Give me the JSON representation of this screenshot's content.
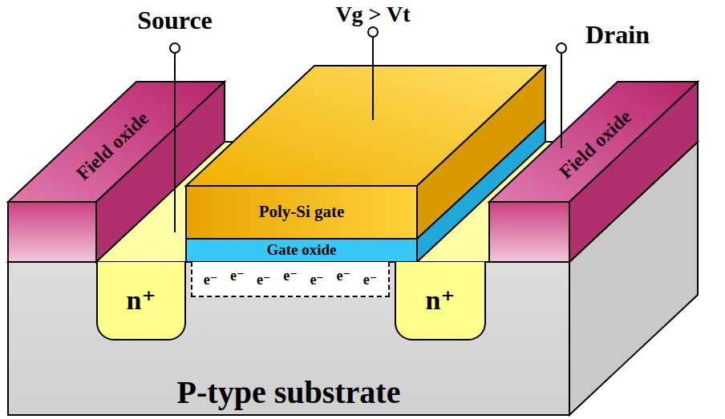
{
  "diagram": {
    "nodes": [
      {
        "text": [
          "Field oxide"
        ]
      },
      {
        "text": [
          "Poly-Si gate"
        ]
      },
      {
        "text": [
          "Field oxide"
        ]
      },
      {
        "text": [
          "Gate oxide"
        ]
      },
      {
        "text": [
          "P-type substrate"
        ]
      },
      {
        "text": [
          "n⁺"
        ],
        "in": 4
      },
      {
        "text": [
          "e⁻",
          "e⁻",
          "e⁻",
          "e⁻",
          "e⁻",
          "e⁻",
          "e⁻"
        ],
        "in": 4
      },
      {
        "text": [
          "n⁺"
        ],
        "in": 4
      }
    ],
    "labels": [
      "Source",
      "Vg > Vt",
      "Drain"
    ]
  }
}
